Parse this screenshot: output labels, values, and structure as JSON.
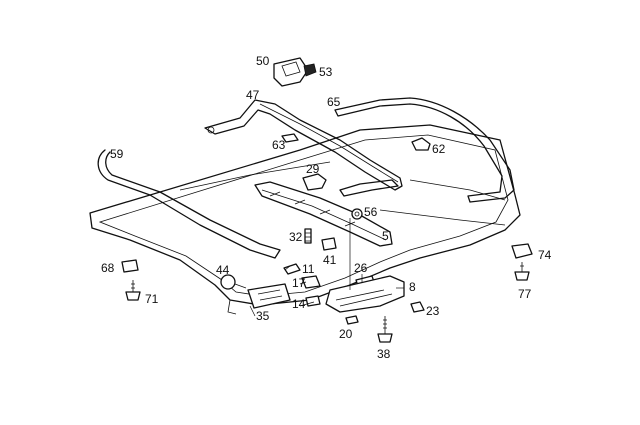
{
  "callouts": [
    "50",
    "53",
    "47",
    "65",
    "63",
    "62",
    "59",
    "29",
    "56",
    "5",
    "32",
    "41",
    "11",
    "17",
    "26",
    "8",
    "44",
    "68",
    "71",
    "14",
    "35",
    "23",
    "20",
    "38",
    "74",
    "77"
  ],
  "colors": {
    "line": "#111111",
    "background": "#ffffff"
  }
}
